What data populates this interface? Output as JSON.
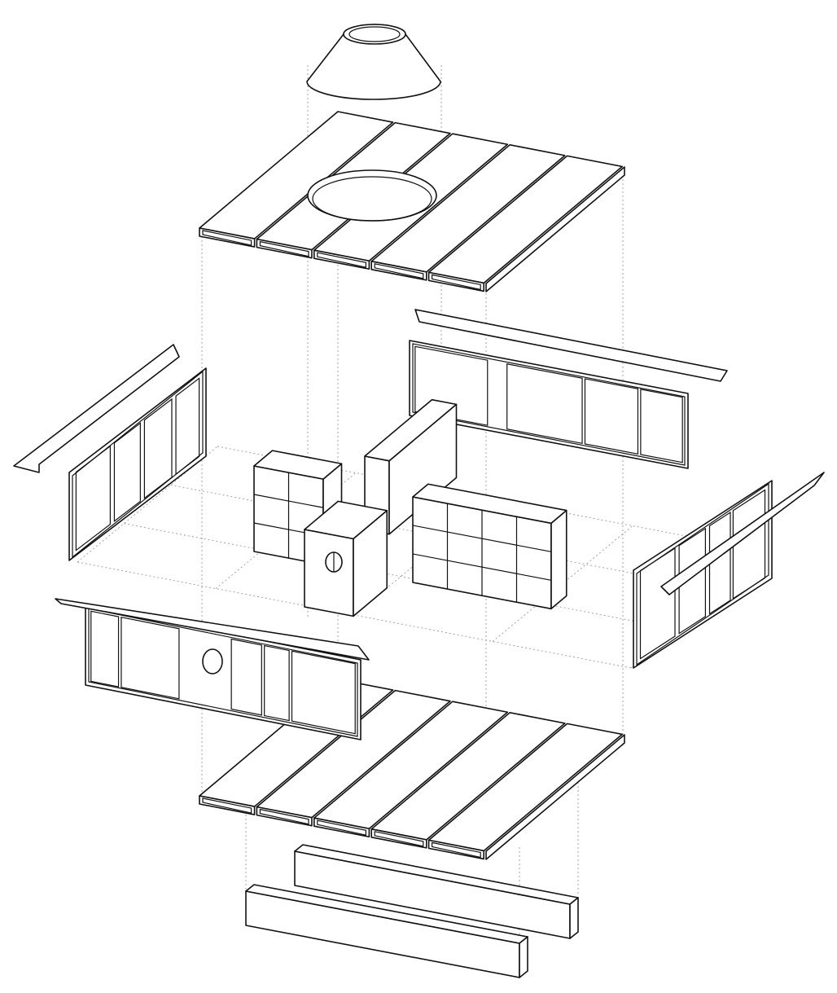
{
  "diagram": {
    "type": "exploded axonometric building drawing",
    "line_color": "#111111",
    "guide_color": "#9a9a9a",
    "background": "#ffffff",
    "components": [
      "roof-light-cone",
      "roof-panels",
      "back-wall",
      "left-wall",
      "right-wall",
      "front-wall",
      "furniture-units",
      "floor-panels",
      "foundation-beams"
    ]
  }
}
